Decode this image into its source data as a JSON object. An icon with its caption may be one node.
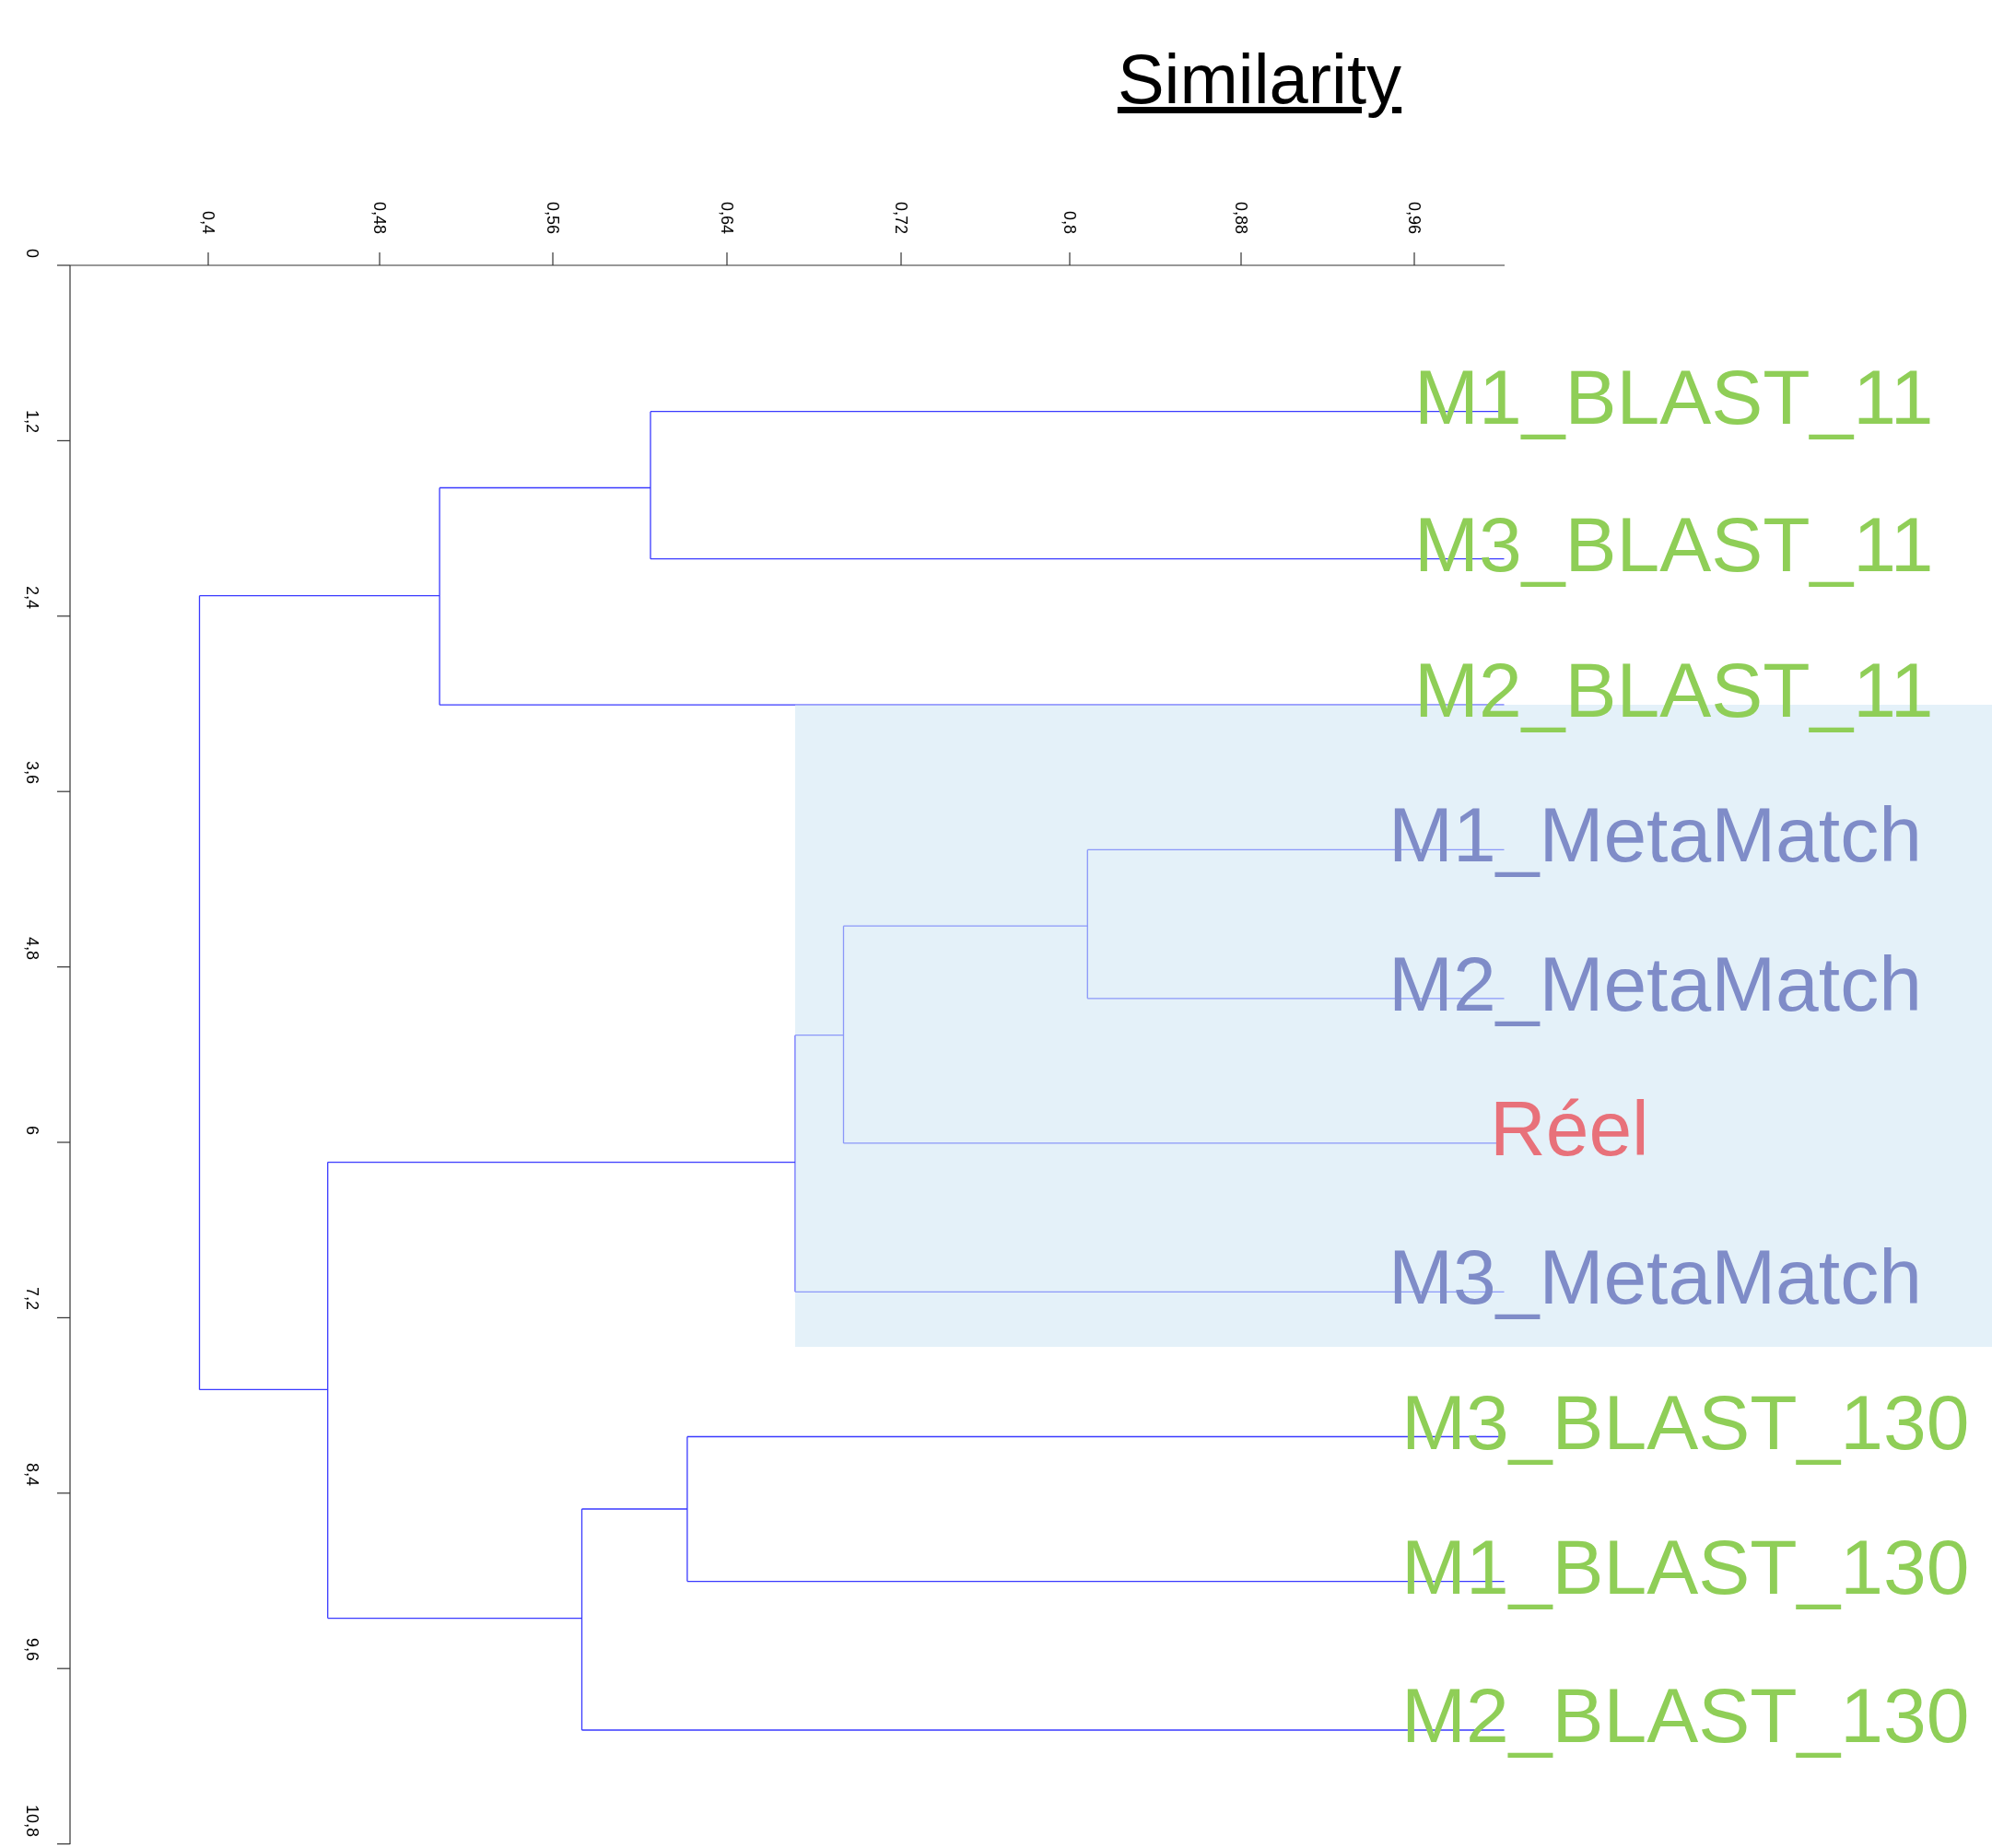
{
  "diagram": {
    "title": "Similarity",
    "labels": [
      "0,4",
      "0,48",
      "0,56",
      "0,64",
      "0,72",
      "0,8",
      "0,88",
      "0,96",
      "0",
      "1,2",
      "2,4",
      "3,6",
      "4,8",
      "6",
      "7,2",
      "8,4",
      "9,6",
      "10,8",
      "M1_BLAST_11",
      "M3_BLAST_11",
      "M2_BLAST_11",
      "M1_MetaMatch",
      "M2_MetaMatch",
      "Réel",
      "M3_MetaMatch",
      "M3_BLAST_130",
      "M1_BLAST_130",
      "M2_BLAST_130"
    ]
  }
}
